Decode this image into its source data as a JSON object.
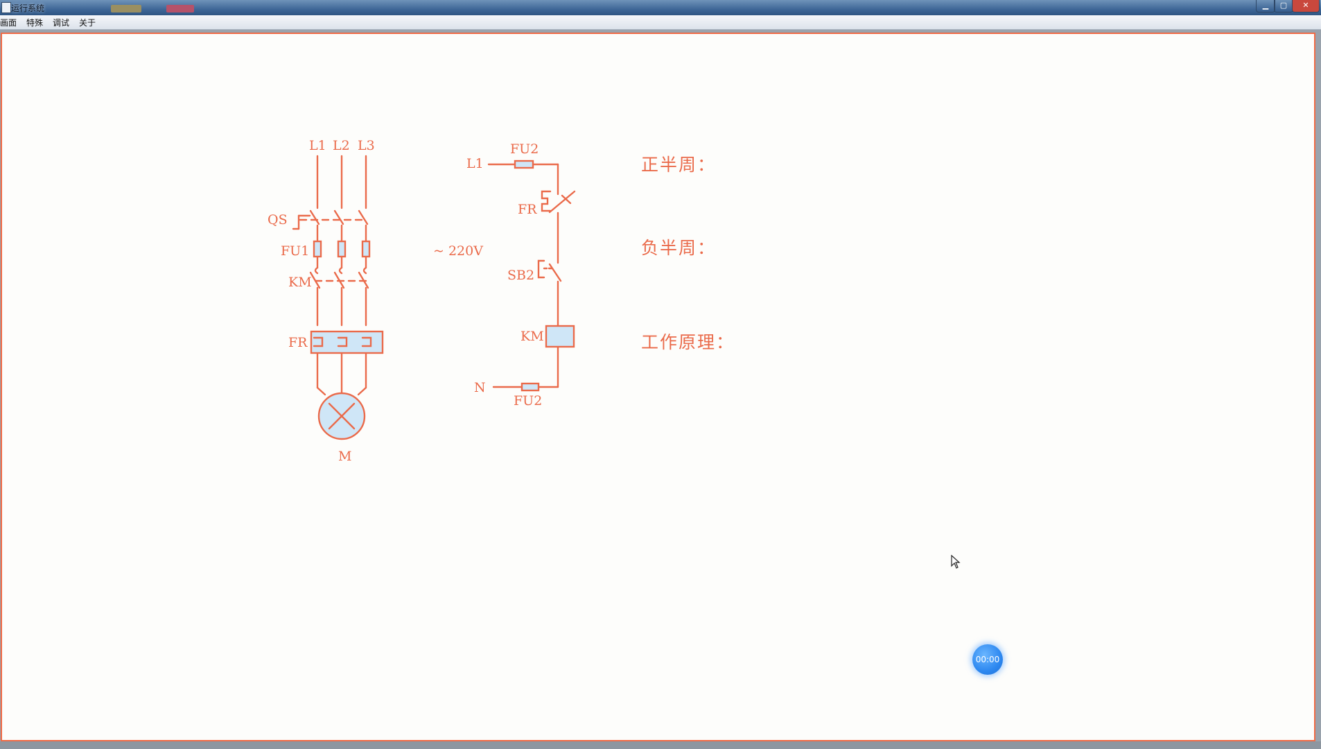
{
  "window": {
    "title": "运行系统"
  },
  "menu": [
    "画面",
    "特殊",
    "调试",
    "关于"
  ],
  "main_circuit": {
    "lines": [
      "L1",
      "L2",
      "L3"
    ],
    "switch": "QS",
    "fuse": "FU1",
    "contactor": "KM",
    "overload": "FR",
    "motor": "M"
  },
  "supply": {
    "voltage": "~ 220V"
  },
  "control_circuit": {
    "line": "L1",
    "fuse_top": "FU2",
    "overload_contact": "FR",
    "button": "SB2",
    "coil": "KM",
    "neutral": "N",
    "fuse_bottom": "FU2"
  },
  "notes": {
    "positive_half": "正半周：",
    "negative_half": "负半周：",
    "principle": "工作原理："
  },
  "timer": {
    "text": "00:00"
  },
  "colors": {
    "wire": "#ea6a4a",
    "fill": "#cfe6f7",
    "accent": "#2d88f0"
  }
}
